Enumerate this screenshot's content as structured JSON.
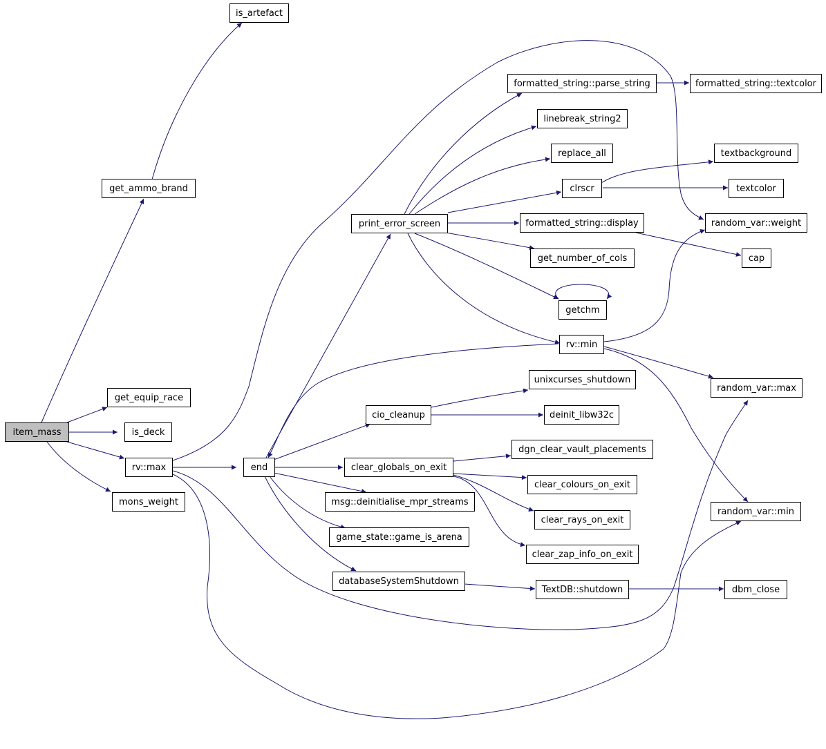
{
  "graph": {
    "kind": "call-graph",
    "colors": {
      "edge": "#191970",
      "node_border": "#000000",
      "root_fill": "#bfbfbf",
      "node_fill": "#ffffff"
    },
    "root": "item_mass",
    "nodes": {
      "item_mass": "item_mass",
      "is_artefact": "is_artefact",
      "get_ammo_brand": "get_ammo_brand",
      "get_equip_race": "get_equip_race",
      "is_deck": "is_deck",
      "rv_max": "rv::max",
      "mons_weight": "mons_weight",
      "end": "end",
      "print_error_screen": "print_error_screen",
      "cio_cleanup": "cio_cleanup",
      "clear_globals_on_exit": "clear_globals_on_exit",
      "msg_deinit": "msg::deinitialise_mpr_streams",
      "game_is_arena": "game_state::game_is_arena",
      "databaseSystemShutdown": "databaseSystemShutdown",
      "parse_string": "formatted_string::parse_string",
      "fs_textcolor": "formatted_string::textcolor",
      "linebreak_string2": "linebreak_string2",
      "replace_all": "replace_all",
      "clrscr": "clrscr",
      "textbackground": "textbackground",
      "textcolor": "textcolor",
      "fs_display": "formatted_string::display",
      "random_var_weight": "random_var::weight",
      "get_number_of_cols": "get_number_of_cols",
      "cap": "cap",
      "getchm": "getchm",
      "rv_min": "rv::min",
      "unixcurses_shutdown": "unixcurses_shutdown",
      "random_var_max": "random_var::max",
      "deinit_libw32c": "deinit_libw32c",
      "dgn_clear_vault_placements": "dgn_clear_vault_placements",
      "clear_colours_on_exit": "clear_colours_on_exit",
      "random_var_min": "random_var::min",
      "clear_rays_on_exit": "clear_rays_on_exit",
      "clear_zap_info_on_exit": "clear_zap_info_on_exit",
      "textdb_shutdown": "TextDB::shutdown",
      "dbm_close": "dbm_close"
    },
    "edges": [
      [
        "item_mass",
        "get_ammo_brand"
      ],
      [
        "item_mass",
        "get_equip_race"
      ],
      [
        "item_mass",
        "is_deck"
      ],
      [
        "item_mass",
        "rv_max"
      ],
      [
        "item_mass",
        "mons_weight"
      ],
      [
        "get_ammo_brand",
        "is_artefact"
      ],
      [
        "rv_max",
        "end"
      ],
      [
        "rv_max",
        "random_var_weight"
      ],
      [
        "rv_max",
        "random_var_max"
      ],
      [
        "rv_max",
        "random_var_min"
      ],
      [
        "end",
        "print_error_screen"
      ],
      [
        "end",
        "cio_cleanup"
      ],
      [
        "end",
        "clear_globals_on_exit"
      ],
      [
        "end",
        "msg_deinit"
      ],
      [
        "end",
        "game_is_arena"
      ],
      [
        "end",
        "databaseSystemShutdown"
      ],
      [
        "print_error_screen",
        "parse_string"
      ],
      [
        "print_error_screen",
        "linebreak_string2"
      ],
      [
        "print_error_screen",
        "replace_all"
      ],
      [
        "print_error_screen",
        "clrscr"
      ],
      [
        "print_error_screen",
        "fs_display"
      ],
      [
        "print_error_screen",
        "get_number_of_cols"
      ],
      [
        "print_error_screen",
        "getchm"
      ],
      [
        "print_error_screen",
        "rv_min"
      ],
      [
        "parse_string",
        "fs_textcolor"
      ],
      [
        "clrscr",
        "textbackground"
      ],
      [
        "clrscr",
        "textcolor"
      ],
      [
        "fs_display",
        "cap"
      ],
      [
        "getchm",
        "getchm"
      ],
      [
        "rv_min",
        "end"
      ],
      [
        "rv_min",
        "random_var_weight"
      ],
      [
        "rv_min",
        "random_var_max"
      ],
      [
        "rv_min",
        "random_var_min"
      ],
      [
        "cio_cleanup",
        "unixcurses_shutdown"
      ],
      [
        "cio_cleanup",
        "deinit_libw32c"
      ],
      [
        "clear_globals_on_exit",
        "dgn_clear_vault_placements"
      ],
      [
        "clear_globals_on_exit",
        "clear_colours_on_exit"
      ],
      [
        "clear_globals_on_exit",
        "clear_rays_on_exit"
      ],
      [
        "clear_globals_on_exit",
        "clear_zap_info_on_exit"
      ],
      [
        "databaseSystemShutdown",
        "textdb_shutdown"
      ],
      [
        "textdb_shutdown",
        "dbm_close"
      ]
    ]
  }
}
